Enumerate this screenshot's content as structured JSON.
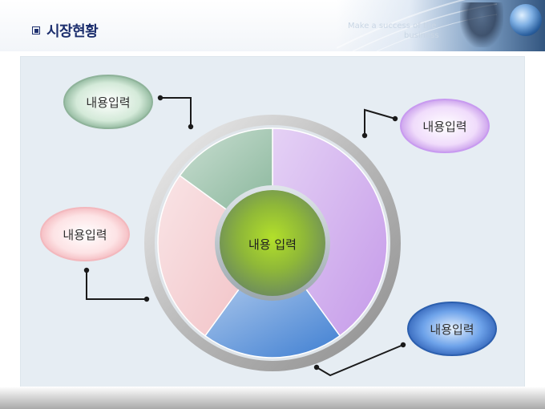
{
  "header": {
    "title": "시장현황",
    "slogan_line1": "Make a success of the",
    "slogan_line2": "business"
  },
  "diagram": {
    "center_label": "내용 입력",
    "labels": [
      "내용입력",
      "내용입력",
      "내용입력",
      "내용입력"
    ],
    "segments": [
      {
        "fraction": 0.4,
        "color": "#c59ae9"
      },
      {
        "fraction": 0.2,
        "color": "#3f7fd2"
      },
      {
        "fraction": 0.25,
        "color": "#f2c4c8"
      },
      {
        "fraction": 0.15,
        "color": "#8ab79c"
      }
    ]
  }
}
